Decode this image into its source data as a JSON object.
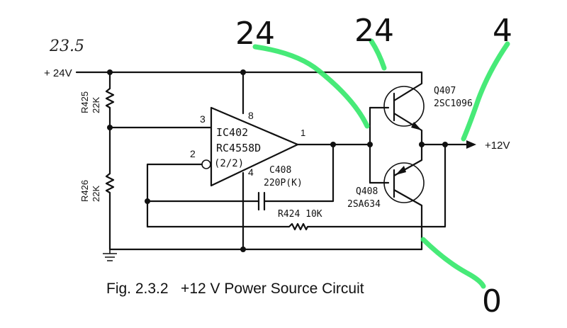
{
  "handwritten_note": "23.5",
  "supply_label": "+ 24V",
  "output_label": "+12V",
  "caption": "Fig. 2.3.2   +12 V Power Source Circuit",
  "annotations": {
    "a": "24",
    "b": "24",
    "c": "4",
    "d": "0"
  },
  "opamp": {
    "ref": "IC402",
    "part": "RC4558D",
    "unit": "(2/2)",
    "pin_in_plus": "3",
    "pin_in_minus": "2",
    "pin_vcc": "8",
    "pin_gnd": "4",
    "pin_out": "1"
  },
  "resistors": {
    "r425_ref": "R425",
    "r425_val": "22K",
    "r426_ref": "R426",
    "r426_val": "22K",
    "r424": "R424  10K"
  },
  "capacitor": {
    "ref": "C408",
    "val": "220P(K)"
  },
  "transistors": {
    "q407_ref": "Q407",
    "q407_part": "2SC1096",
    "q408_ref": "Q408",
    "q408_part": "2SA634"
  },
  "colors": {
    "ink": "#111111",
    "highlight": "#37e86c"
  }
}
